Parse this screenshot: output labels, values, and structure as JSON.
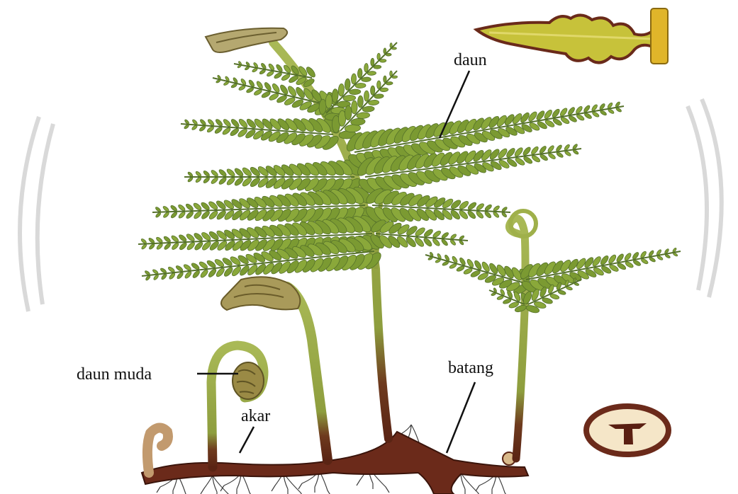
{
  "labels": {
    "daun": "daun",
    "daun_muda": "daun muda",
    "akar": "akar",
    "batang": "batang"
  },
  "colors": {
    "leaf": "#8aa83a",
    "leaf_dark": "#55712a",
    "stem": "#9fb04a",
    "rhizome": "#6b2a1a",
    "root": "#444444",
    "pinnule_yellow": "#c7c23a"
  }
}
